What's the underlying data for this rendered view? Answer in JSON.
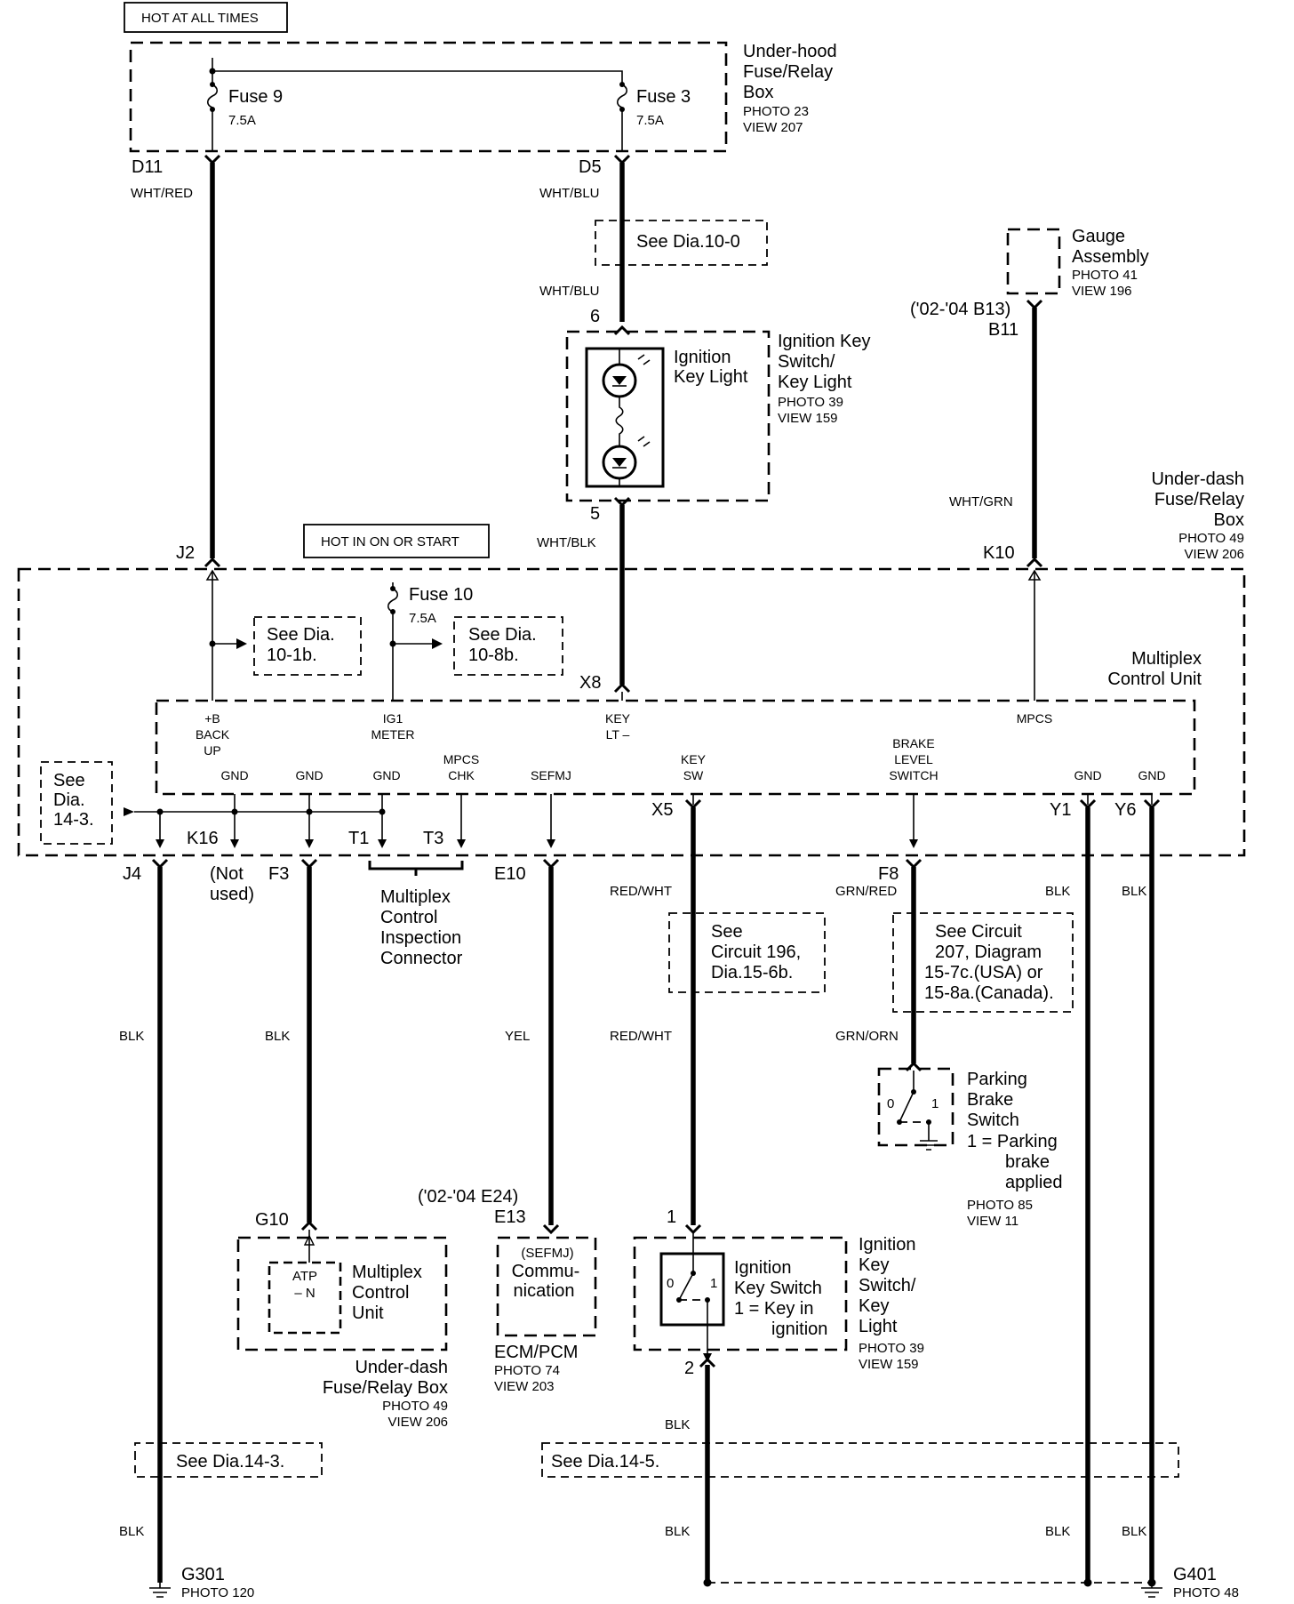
{
  "power": {
    "hot_at_all_times": "HOT AT ALL TIMES",
    "hot_in_on_or_start": "HOT IN ON OR START"
  },
  "underhood_box": {
    "line1": "Under-hood",
    "line2": "Fuse/Relay",
    "line3": "Box",
    "photo": "PHOTO 23",
    "view": "VIEW 207",
    "fuse9": "Fuse 9",
    "fuse9_rating": "7.5A",
    "fuse3": "Fuse 3",
    "fuse3_rating": "7.5A",
    "d11": "D11",
    "d5": "D5"
  },
  "wires": {
    "wht_red": "WHT/RED",
    "wht_blu_1": "WHT/BLU",
    "wht_blu_2": "WHT/BLU",
    "wht_blk": "WHT/BLK",
    "wht_grn": "WHT/GRN",
    "red_wht_1": "RED/WHT",
    "red_wht_2": "RED/WHT",
    "grn_red": "GRN/RED",
    "grn_orn": "GRN/ORN",
    "blk_j4": "BLK",
    "blk_f3": "BLK",
    "yel": "YEL",
    "blk_y1": "BLK",
    "blk_y6": "BLK",
    "blk_bottom_left": "BLK",
    "blk_key2": "BLK",
    "blk_bottom_mid": "BLK",
    "blk_bottom_y1": "BLK",
    "blk_bottom_y6": "BLK"
  },
  "see_dia_10_0": "See Dia.10-0",
  "ignition_key_light": {
    "pin6": "6",
    "pin5": "5",
    "inner1": "Ignition",
    "inner2": "Key Light",
    "title1": "Ignition Key",
    "title2": "Switch/",
    "title3": "Key Light",
    "photo": "PHOTO 39",
    "view": "VIEW 159"
  },
  "gauge": {
    "line1": "Gauge",
    "line2": "Assembly",
    "photo": "PHOTO 41",
    "view": "VIEW 196",
    "alt_pin": "('02-'04 B13)",
    "pin": "B11"
  },
  "underdash_box": {
    "line1": "Under-dash",
    "line2": "Fuse/Relay",
    "line3": "Box",
    "photo": "PHOTO 49",
    "view": "VIEW 206",
    "j2": "J2",
    "k10": "K10",
    "fuse10": "Fuse 10",
    "fuse10_rating": "7.5A",
    "see_10_1b_1": "See Dia.",
    "see_10_1b_2": "10-1b.",
    "see_10_8b_1": "See Dia.",
    "see_10_8b_2": "10-8b.",
    "see_14_3_1": "See",
    "see_14_3_2": "Dia.",
    "see_14_3_3": "14-3.",
    "x8": "X8",
    "x5": "X5",
    "y1": "Y1",
    "y6": "Y6",
    "j4": "J4",
    "k16": "K16",
    "f3": "F3",
    "t1": "T1",
    "t3": "T3",
    "e10": "E10",
    "f8": "F8"
  },
  "mcu": {
    "title1": "Multiplex",
    "title2": "Control Unit",
    "backup1": "+B",
    "backup2": "BACK",
    "backup3": "UP",
    "ig1_1": "IG1",
    "ig1_2": "METER",
    "keylt1": "KEY",
    "keylt2": "LT –",
    "mpcs": "MPCS",
    "gnd1": "GND",
    "gnd2": "GND",
    "gnd3": "GND",
    "mpcs_chk1": "MPCS",
    "mpcs_chk2": "CHK",
    "sefmj": "SEFMJ",
    "keysw1": "KEY",
    "keysw2": "SW",
    "brake1": "BRAKE",
    "brake2": "LEVEL",
    "brake3": "SWITCH",
    "gnd4": "GND",
    "gnd5": "GND"
  },
  "not_used1": "(Not",
  "not_used2": "used)",
  "inspection": {
    "line1": "Multiplex",
    "line2": "Control",
    "line3": "Inspection",
    "line4": "Connector"
  },
  "circuit196": {
    "line1": "See",
    "line2": "Circuit 196,",
    "line3": "Dia.15-6b."
  },
  "circuit207": {
    "line1": "See Circuit",
    "line2": "207, Diagram",
    "line3": "15-7c.(USA) or",
    "line4": "15-8a.(Canada)."
  },
  "parking": {
    "line1": "Parking",
    "line2": "Brake",
    "line3": "Switch",
    "def1": "1 =  Parking",
    "def2": "brake",
    "def3": "applied",
    "photo": "PHOTO 85",
    "view": "VIEW 11",
    "pos0": "0",
    "pos1": "1"
  },
  "mcu_lower": {
    "pin": "G10",
    "atp1": "ATP",
    "atp2": "– N",
    "line1": "Multiplex",
    "line2": "Control",
    "line3": "Unit",
    "box1": "Under-dash",
    "box2": "Fuse/Relay Box",
    "photo": "PHOTO 49",
    "view": "VIEW 206"
  },
  "ecm": {
    "alt_pin": "('02-'04 E24)",
    "pin": "E13",
    "line1": "(SEFMJ)",
    "line2": "Commu-",
    "line3": "nication",
    "name": "ECM/PCM",
    "photo": "PHOTO 74",
    "view": "VIEW 203"
  },
  "ignition_switch": {
    "pin1": "1",
    "pin2": "2",
    "inner1": "Ignition",
    "inner2": "Key Switch",
    "inner3": "1 =  Key in",
    "inner4": "ignition",
    "pos0": "0",
    "pos1": "1",
    "title1": "Ignition",
    "title2": "Key",
    "title3": "Switch/",
    "title4": "Key",
    "title5": "Light",
    "photo": "PHOTO 39",
    "view": "VIEW 159"
  },
  "see_14_3_bottom": "See Dia.14-3.",
  "see_14_5_bottom": "See Dia.14-5.",
  "grounds": {
    "g301": "G301",
    "g301_photo": "PHOTO 120",
    "g401": "G401",
    "g401_photo": "PHOTO 48"
  }
}
